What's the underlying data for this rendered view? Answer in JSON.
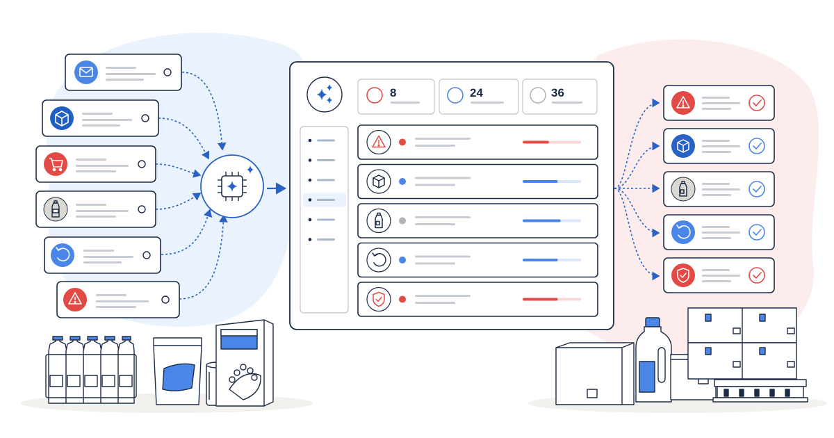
{
  "colors": {
    "navy": "#1c2b45",
    "blue": "#4a86e8",
    "blue_dark": "#2962c4",
    "red": "#e34a45",
    "gray": "#b0b3b8",
    "bg_blue": "#eaf2fd",
    "bg_pink": "#fcecec",
    "line_gray": "#c8ccd3"
  },
  "sources": [
    {
      "icon": "mail-icon",
      "tone": "blue"
    },
    {
      "icon": "package-icon",
      "tone": "dark-blue"
    },
    {
      "icon": "cart-icon",
      "tone": "red"
    },
    {
      "icon": "bottle-icon",
      "tone": "gray"
    },
    {
      "icon": "return-icon",
      "tone": "blue"
    },
    {
      "icon": "alert-icon",
      "tone": "red"
    }
  ],
  "hub": {
    "icon": "ai-chip-icon"
  },
  "dashboard": {
    "logo_icon": "sparkle-icon",
    "stats": [
      {
        "value": "8",
        "tone": "red"
      },
      {
        "value": "24",
        "tone": "blue"
      },
      {
        "value": "36",
        "tone": "gray"
      }
    ],
    "sidebar_items": 6,
    "sidebar_active_index": 3,
    "rows": [
      {
        "icon": "alert-icon",
        "status": "red",
        "progress": 0.45
      },
      {
        "icon": "package-icon",
        "status": "blue",
        "progress": 0.6
      },
      {
        "icon": "bottle-icon",
        "status": "gray",
        "progress": 0.65
      },
      {
        "icon": "return-icon",
        "status": "blue",
        "progress": 0.6
      },
      {
        "icon": "shield-icon",
        "status": "red",
        "progress": 0.6
      }
    ]
  },
  "outputs": [
    {
      "icon": "alert-icon",
      "tone": "red",
      "check": "red"
    },
    {
      "icon": "package-icon",
      "tone": "dark-blue",
      "check": "blue"
    },
    {
      "icon": "bottle-icon",
      "tone": "gray",
      "check": "blue"
    },
    {
      "icon": "return-icon",
      "tone": "blue",
      "check": "blue"
    },
    {
      "icon": "shield-icon",
      "tone": "red",
      "check": "red"
    }
  ],
  "products_left": [
    "water-bottle-pack-icon",
    "snack-pouch-icon",
    "can-icon",
    "cereal-box-icon"
  ],
  "products_right": [
    "shipping-box-icon",
    "detergent-bottle-icon",
    "small-box-icon",
    "pallet-boxes-icon"
  ]
}
